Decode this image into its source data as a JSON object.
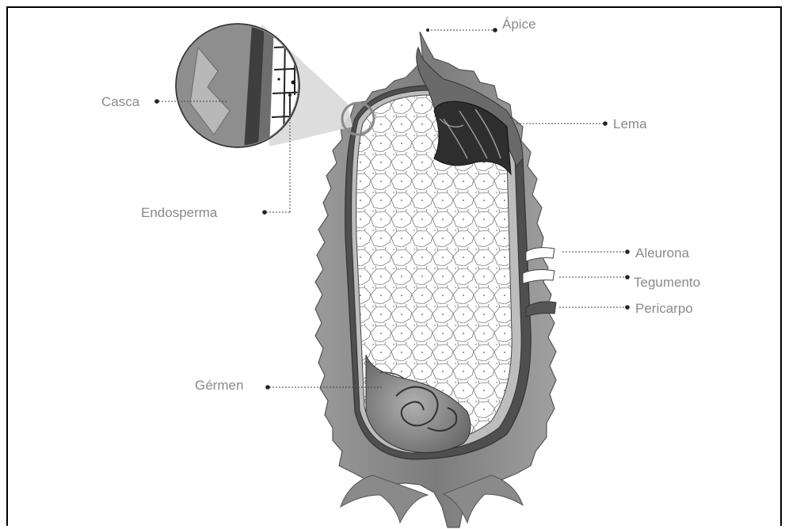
{
  "labels": {
    "apice": "Ápice",
    "casca": "Casca",
    "lema": "Lema",
    "endosperma": "Endosperma",
    "aleurona": "Aleurona",
    "tegumento": "Tegumento",
    "pericarpo": "Pericarpo",
    "germen": "Gérmen"
  },
  "colors": {
    "husk": "#8c8c8c",
    "husk_dark": "#5a5a5a",
    "label": "#8a8a8a",
    "leader": "#444444",
    "endosperm_fill": "#ffffff",
    "cell_line": "#777777"
  }
}
